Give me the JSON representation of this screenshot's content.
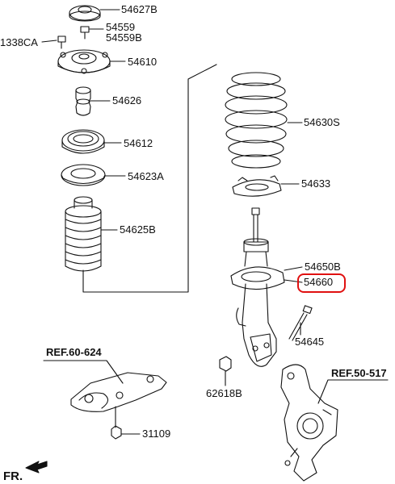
{
  "diagram": {
    "highlight_color": "#e01010",
    "line_color": "#111111",
    "parts": {
      "top_cap": "54627B",
      "insulator_a": "54559",
      "insulator_b": "54559B",
      "bolt": "1338CA",
      "mount": "54610",
      "bumper": "54626",
      "bearing": "54612",
      "upper_seat": "54623A",
      "dust_cover": "54625B",
      "spring": "54630S",
      "spring_pad": "54633",
      "strut_assy": "54650B",
      "strut_highlighted": "54660",
      "strut_bolt": "54645",
      "nut": "62618B",
      "bracket_nut": "31109"
    },
    "references": {
      "crossmember": "REF.60-624",
      "knuckle": "REF.50-517"
    },
    "direction_label": "FR."
  }
}
